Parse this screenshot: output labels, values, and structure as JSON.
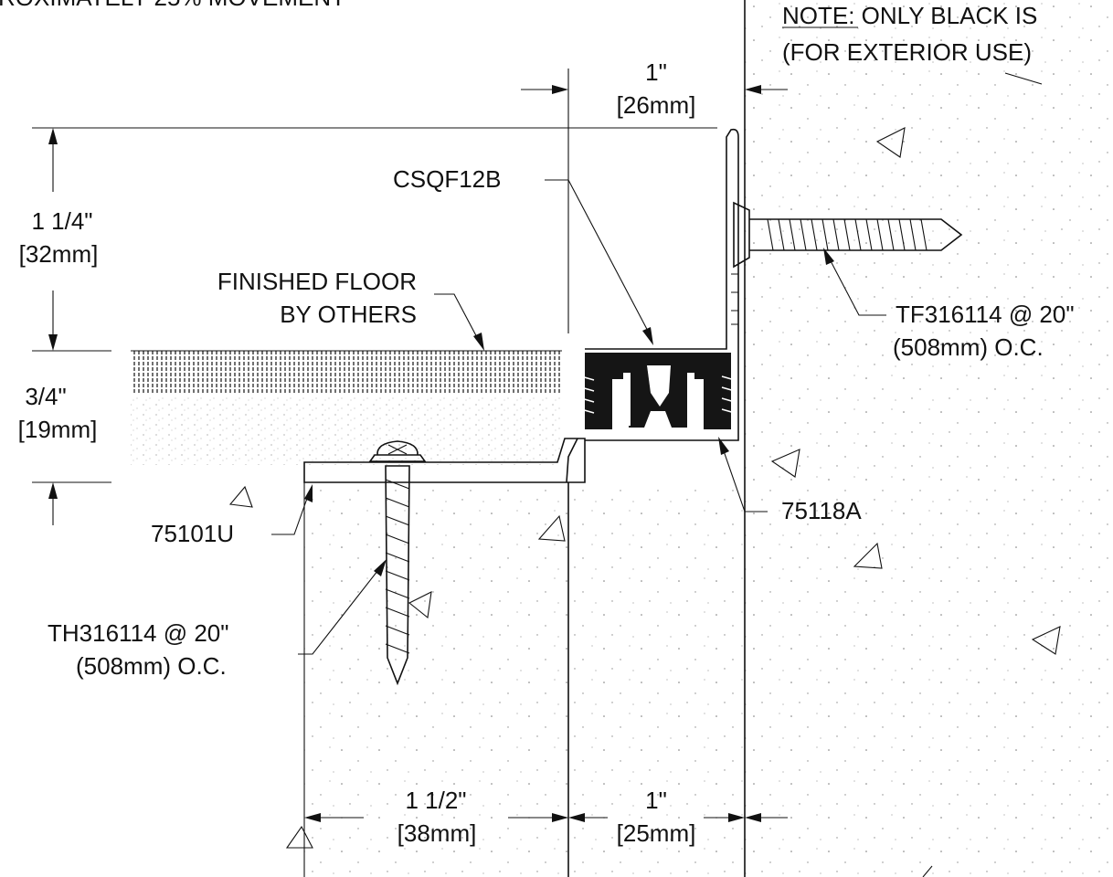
{
  "header": {
    "cut_text": "ROXIMATELY 25% MOVEMENT",
    "note_label": "NOTE:",
    "note_rest": " ONLY BLACK IS",
    "note_line2": "(FOR EXTERIOR USE)"
  },
  "dimensions": {
    "top_width": {
      "value": "1\"",
      "metric": "[26mm]"
    },
    "left_upper": {
      "value": "1 1/4\"",
      "metric": "[32mm]"
    },
    "left_lower": {
      "value": "3/4\"",
      "metric": "[19mm]"
    },
    "bottom_left": {
      "value": "1 1/2\"",
      "metric": "[38mm]"
    },
    "bottom_right": {
      "value": "1\"",
      "metric": "[25mm]"
    }
  },
  "callouts": {
    "seal": "CSQF12B",
    "floor_line1": "FINISHED FLOOR",
    "floor_line2": "BY OTHERS",
    "wall_screw_line1": "TF316114 @ 20\"",
    "wall_screw_line2": "(508mm) O.C.",
    "frame": "75118A",
    "base_plate": "75101U",
    "floor_screw_line1": "TH316114 @ 20\"",
    "floor_screw_line2": "(508mm) O.C."
  },
  "colors": {
    "ink": "#111111",
    "seal": "#151515",
    "paper": "#ffffff"
  }
}
